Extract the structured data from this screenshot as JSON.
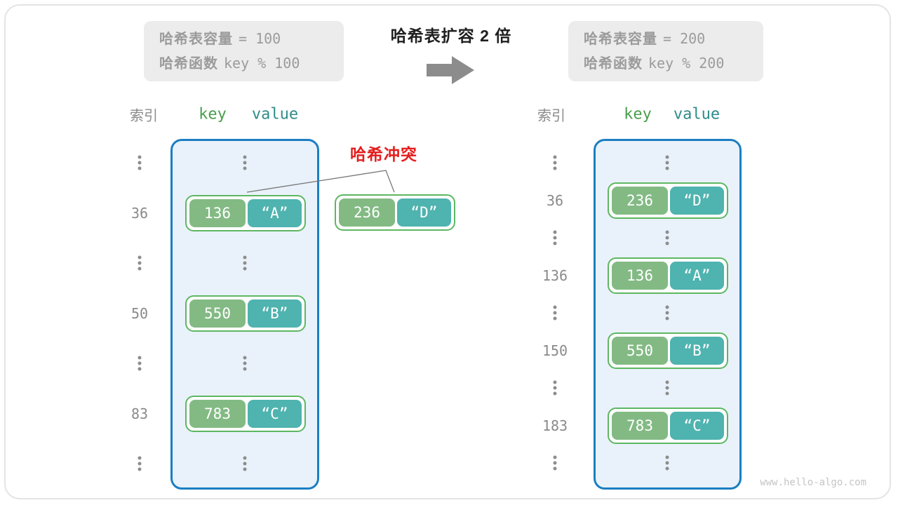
{
  "info_boxes": {
    "before": {
      "capacity_label": "哈希表容量",
      "capacity_value": "= 100",
      "hash_label": "哈希函数",
      "hash_value": "key % 100"
    },
    "after": {
      "capacity_label": "哈希表容量",
      "capacity_value": "= 200",
      "hash_label": "哈希函数",
      "hash_value": "key % 200"
    }
  },
  "expansion": {
    "title": "哈希表扩容 2 倍"
  },
  "headers": {
    "index": "索引",
    "key": "key",
    "value": "value"
  },
  "collision": {
    "label": "哈希冲突",
    "pair": {
      "key": "236",
      "value": "“D”"
    }
  },
  "left_table": {
    "rows": [
      {
        "type": "dots"
      },
      {
        "type": "entry",
        "index": "36",
        "key": "136",
        "value": "“A”"
      },
      {
        "type": "dots"
      },
      {
        "type": "entry",
        "index": "50",
        "key": "550",
        "value": "“B”"
      },
      {
        "type": "dots"
      },
      {
        "type": "entry",
        "index": "83",
        "key": "783",
        "value": "“C”"
      },
      {
        "type": "dots"
      }
    ]
  },
  "right_table": {
    "rows": [
      {
        "type": "dots"
      },
      {
        "type": "entry",
        "index": "36",
        "key": "236",
        "value": "“D”"
      },
      {
        "type": "dots"
      },
      {
        "type": "entry",
        "index": "136",
        "key": "136",
        "value": "“A”"
      },
      {
        "type": "dots"
      },
      {
        "type": "entry",
        "index": "150",
        "key": "550",
        "value": "“B”"
      },
      {
        "type": "dots"
      },
      {
        "type": "entry",
        "index": "183",
        "key": "783",
        "value": "“C”"
      },
      {
        "type": "dots"
      }
    ]
  },
  "watermark": "www.hello-algo.com",
  "colors": {
    "table_border": "#1b7ec2",
    "table_bg": "#e9f2fa",
    "pair_border": "#5db762",
    "key_pill": "#83ba84",
    "value_pill": "#4fb3af",
    "header_key": "#4a9e4d",
    "header_value": "#2e8c89",
    "collision_red": "#e51d1d",
    "gray_text": "#8a8a8a",
    "info_bg": "#ececec",
    "info_text": "#9b9b9b",
    "arrow": "#8c8c8c"
  }
}
